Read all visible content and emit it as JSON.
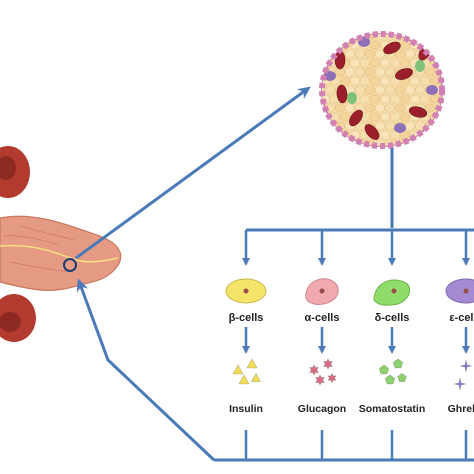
{
  "colors": {
    "arrow": "#4a7ab8",
    "beta_cell": "#f4e56a",
    "alpha_cell": "#f1a9b0",
    "delta_cell": "#8fdc6a",
    "epsilon_cell": "#a48ad0",
    "insulin_granule": "#f1dc55",
    "glucagon_granule": "#d9707f",
    "somatostatin_granule": "#8ecf6e",
    "ghrelin_granule": "#8a7ad6",
    "pancreas": "#e59a83",
    "organ_dark": "#b23a2e",
    "islet_fill": "#f6dfae"
  },
  "icons": [
    "pancreas-illustration",
    "islet-illustration",
    "granule-icon"
  ],
  "cell_types": [
    {
      "label": "β-cells",
      "hormone": "Insulin"
    },
    {
      "label": "α-cells",
      "hormone": "Glucagon"
    },
    {
      "label": "δ-cells",
      "hormone": "Somatostatin"
    },
    {
      "label": "ε-cells",
      "hormone": "Ghrelin"
    }
  ]
}
